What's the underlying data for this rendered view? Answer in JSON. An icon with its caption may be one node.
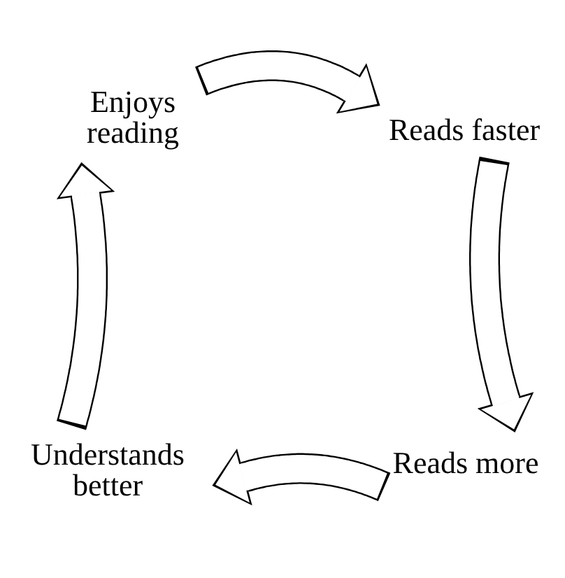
{
  "diagram": {
    "nodes": [
      {
        "text": [
          "Enjoys reading"
        ]
      },
      {
        "text": [
          "Reads faster"
        ]
      },
      {
        "text": [
          "Reads more"
        ]
      },
      {
        "text": [
          "Understands better"
        ]
      }
    ],
    "edges": [
      {
        "from": 0,
        "to": 1,
        "arrow": "to"
      },
      {
        "from": 1,
        "to": 2,
        "arrow": "to"
      },
      {
        "from": 2,
        "to": 3,
        "arrow": "to"
      },
      {
        "from": 3,
        "to": 0,
        "arrow": "to"
      }
    ]
  }
}
